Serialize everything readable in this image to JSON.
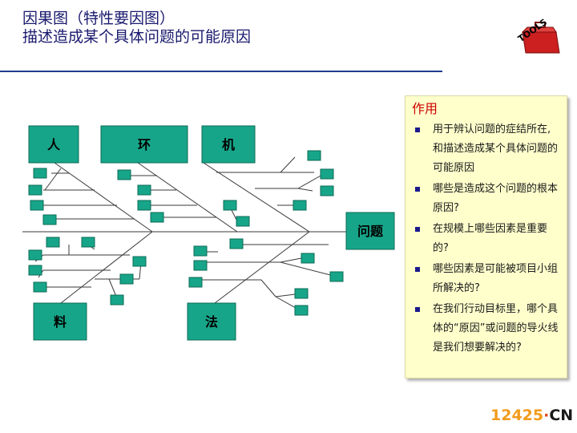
{
  "title": {
    "line1": "因果图（特性要因图）",
    "line2": "描述造成某个具体问题的可能原因"
  },
  "logo": {
    "text": "TOOLS",
    "icon": "toolbox-icon"
  },
  "diagram": {
    "categories": {
      "people": "人",
      "environment": "环",
      "machine": "机",
      "material": "料",
      "method": "法"
    },
    "effect": "问题"
  },
  "side_panel": {
    "heading": "作用",
    "items": [
      "用于辨认问题的症结所在, 和描述造成某个具体问题的可能原因",
      "哪些是造成这个问题的根本原因?",
      "在规模上哪些因素是重要的?",
      "哪些因素是可能被项目小组所解决的?",
      "在我们行动目标里，哪个具体的“原因”或问题的导火线是我们想要解决的?"
    ]
  },
  "footer": {
    "number": "12425",
    "dot": "·",
    "suffix": "CN"
  },
  "colors": {
    "title": "#1a1a6e",
    "rule": "#1f3b8f",
    "node_fill": "#17a589",
    "node_border": "#0b6b55",
    "panel_bg": "#ffffcc",
    "panel_heading": "#cc0000",
    "footer_number": "#f29b1c"
  }
}
